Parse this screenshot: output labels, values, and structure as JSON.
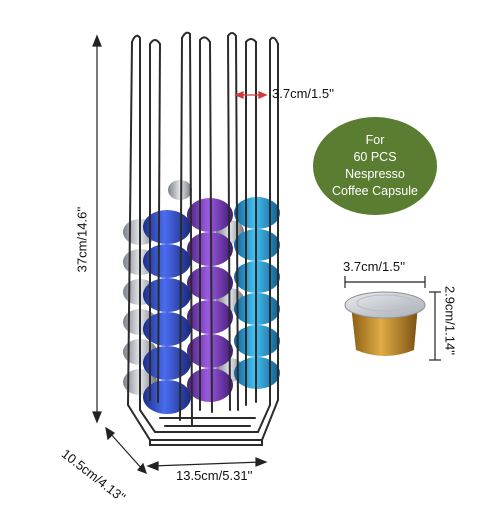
{
  "dimensions": {
    "height": "37cm/14.6''",
    "depth": "10.5cm/4.13''",
    "width": "13.5cm/5.31''",
    "slot_gap": "3.7cm/1.5''",
    "capsule_diameter": "3.7cm/1.5''",
    "capsule_height": "2.9cm/1.14''"
  },
  "badge": {
    "line1": "For",
    "line2": "60 PCS",
    "line3": "Nespresso",
    "line4": "Coffee Capsule"
  },
  "colors": {
    "badge": "#5a7d32",
    "rack_wire": "#2b2b2b",
    "capsule_blue": "#2f4fc8",
    "capsule_purple": "#7a3fbf",
    "capsule_cyan": "#2aa0d8",
    "capsule_silver": "#c8ccd2",
    "capsule_gold": "#c9912a",
    "arrow_red": "#d23a3a"
  }
}
